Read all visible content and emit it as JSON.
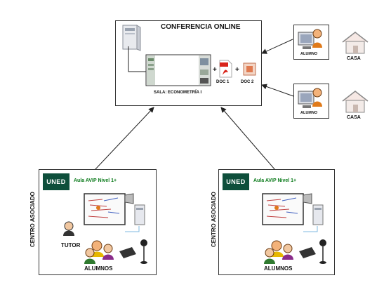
{
  "conference": {
    "title": "CONFERENCIA ONLINE",
    "room": "SALA: ECONOMETRÍA I",
    "doc1": "DOC 1",
    "doc2": "DOC 2",
    "plus": "+"
  },
  "home_users": [
    {
      "role": "ALUMNO",
      "place": "CASA"
    },
    {
      "role": "ALUMNO",
      "place": "CASA"
    }
  ],
  "centers": [
    {
      "side_label": "CENTRO ASOCIADO",
      "logo": "UNED",
      "classroom": "Aula AVIP  Nivel 1+",
      "tutor": "TUTOR",
      "students": "ALUMNOS"
    },
    {
      "side_label": "CENTRO ASOCIADO",
      "logo": "UNED",
      "classroom": "Aula AVIP  Nivel 1+",
      "students": "ALUMNOS"
    }
  ],
  "colors": {
    "uned_green": "#0e4f3b",
    "classroom_text": "#0a7a1a",
    "pdf_red": "#d9251b"
  }
}
